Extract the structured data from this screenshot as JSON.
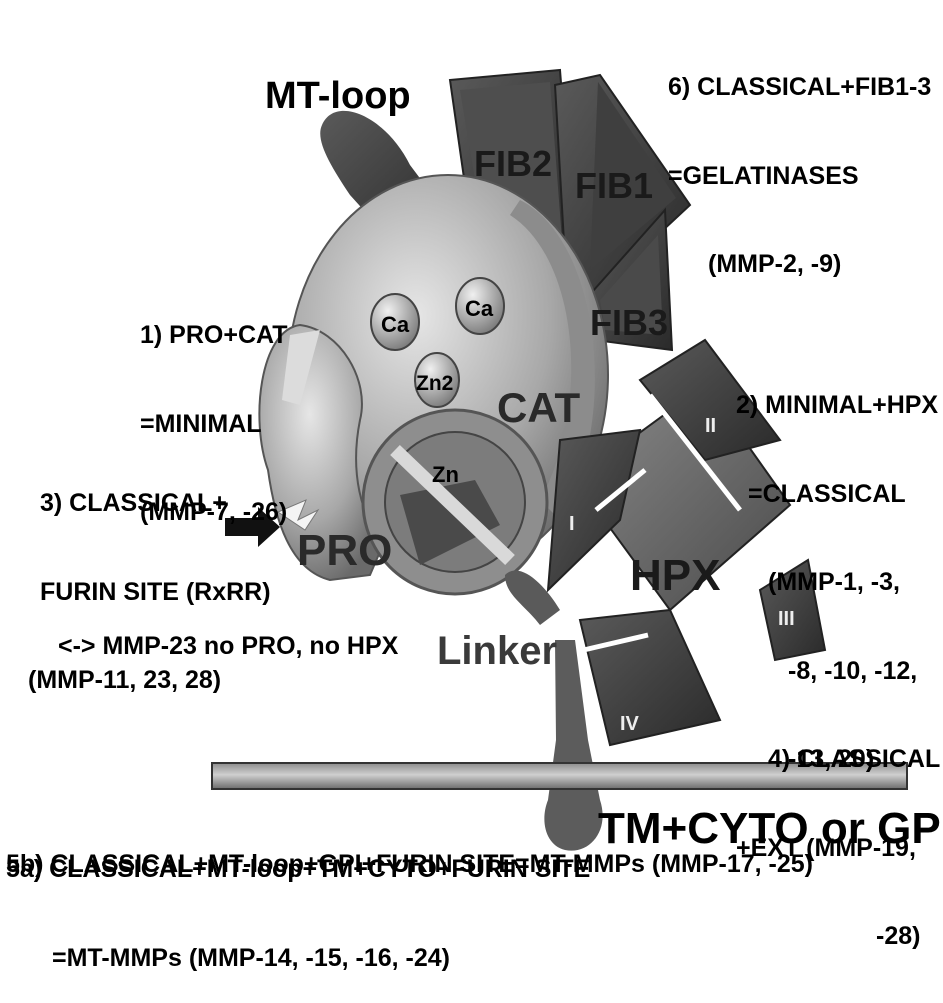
{
  "figure": {
    "labels": {
      "mt_loop": "MT-loop",
      "fib1": "FIB1",
      "fib2": "FIB2",
      "fib3": "FIB3",
      "ca_left": "Ca",
      "ca_right": "Ca",
      "zn2": "Zn2",
      "zn": "Zn",
      "cat": "CAT",
      "pro": "PRO",
      "hpx": "HPX",
      "linker": "Linker",
      "tm_cyto": "TM+CYTO or GPI",
      "blade_i": "I",
      "blade_ii": "II",
      "blade_iii": "III",
      "blade_iv": "IV"
    },
    "annotations": {
      "a1": [
        "1) PRO+CAT",
        "=MINIMAL",
        "(MMP-7, -26)"
      ],
      "a2": [
        "2) MINIMAL+HPX",
        "=CLASSICAL",
        "(MMP-1, -3,",
        "-8, -10, -12,",
        "-13, 20)"
      ],
      "a3": [
        "3) CLASSICAL+",
        "FURIN SITE (RxRR)",
        "(MMP-11, 23, 28)"
      ],
      "a4": [
        "4) CLASSICAL",
        "+EXT (MMP-19,",
        "-28)"
      ],
      "a5a": [
        "5a) CLASSICAL+MT-loop+TM+CYTO+FURIN SITE",
        "=MT-MMPs (MMP-14, -15, -16, -24)"
      ],
      "a5b": "5b) CLASSICAL+MT-loop+GPI+FURIN SITE=MT-MMPs (MMP-17, -25)",
      "a6": [
        "6) CLASSICAL+FIB1-3",
        "=GELATINASES",
        "(MMP-2, -9)"
      ],
      "note": "<-> MMP-23 no PRO, no HPX"
    }
  }
}
